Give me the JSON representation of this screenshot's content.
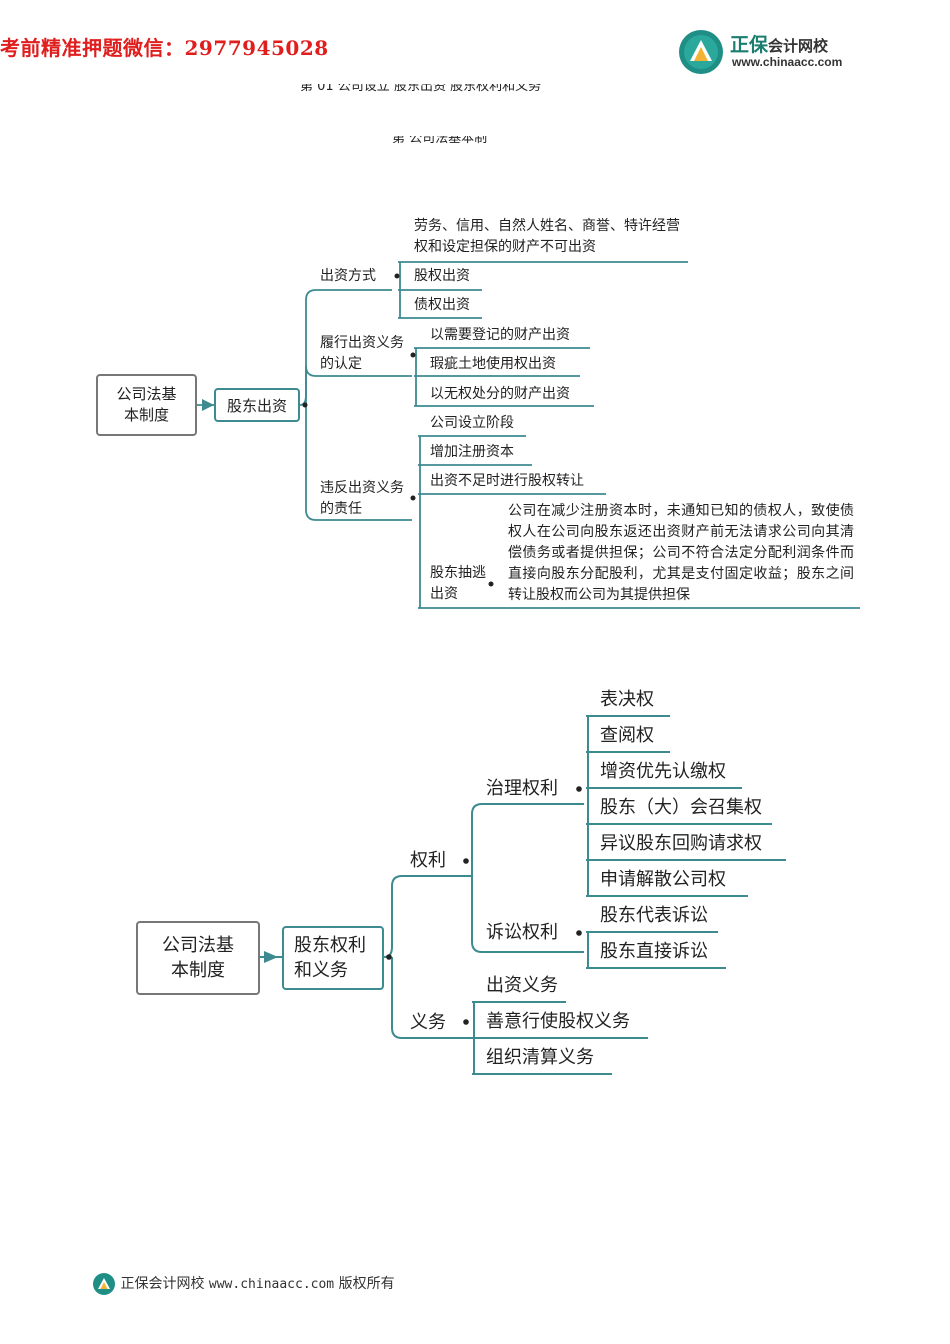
{
  "header": {
    "watermark": "考前精准押题微信：2977945028",
    "logo_name": "正保",
    "logo_sub": "会计网校",
    "logo_url": "www.chinaacc.com",
    "cut_line_1": "第 01 公司设立 股东出资 股东权利和义务",
    "cut_line_2": "第   公司法基本制"
  },
  "map1": {
    "root": "公司法基本制度",
    "center": "股东出资",
    "branches": [
      {
        "label": "出资方式",
        "items": [
          "劳务、信用、自然人姓名、商誉、特许经营权和设定担保的财产不可出资",
          "股权出资",
          "债权出资"
        ]
      },
      {
        "label": "履行出资义务的认定",
        "items": [
          "以需要登记的财产出资",
          "瑕疵土地使用权出资",
          "以无权处分的财产出资"
        ]
      },
      {
        "label": "违反出资义务的责任",
        "items": [
          "公司设立阶段",
          "增加注册资本",
          "出资不足时进行股权转让"
        ],
        "sub": {
          "label": "股东抽逃出资",
          "text": "公司在减少注册资本时，未通知已知的债权人，致使债权人在公司向股东返还出资财产前无法请求公司向其清偿债务或者提供担保；公司不符合法定分配利润条件而直接向股东分配股利，尤其是支付固定收益；股东之间转让股权而公司为其提供担保"
        }
      }
    ]
  },
  "map2": {
    "root": "公司法基本制度",
    "center": "股东权利和义务",
    "rights": {
      "label": "权利",
      "governance": {
        "label": "治理权利",
        "items": [
          "表决权",
          "查阅权",
          "增资优先认缴权",
          "股东（大）会召集权",
          "异议股东回购请求权",
          "申请解散公司权"
        ]
      },
      "litigation": {
        "label": "诉讼权利",
        "items": [
          "股东代表诉讼",
          "股东直接诉讼"
        ]
      }
    },
    "duties": {
      "label": "义务",
      "items": [
        "出资义务",
        "善意行使股权义务",
        "组织清算义务"
      ]
    }
  },
  "footer": {
    "brand": "正保会计网校",
    "url": "www.chinaacc.com",
    "rights": "版权所有"
  },
  "colors": {
    "line": "#3d8a90",
    "watermark": "#e01e1e",
    "brand": "#1b7d70"
  }
}
